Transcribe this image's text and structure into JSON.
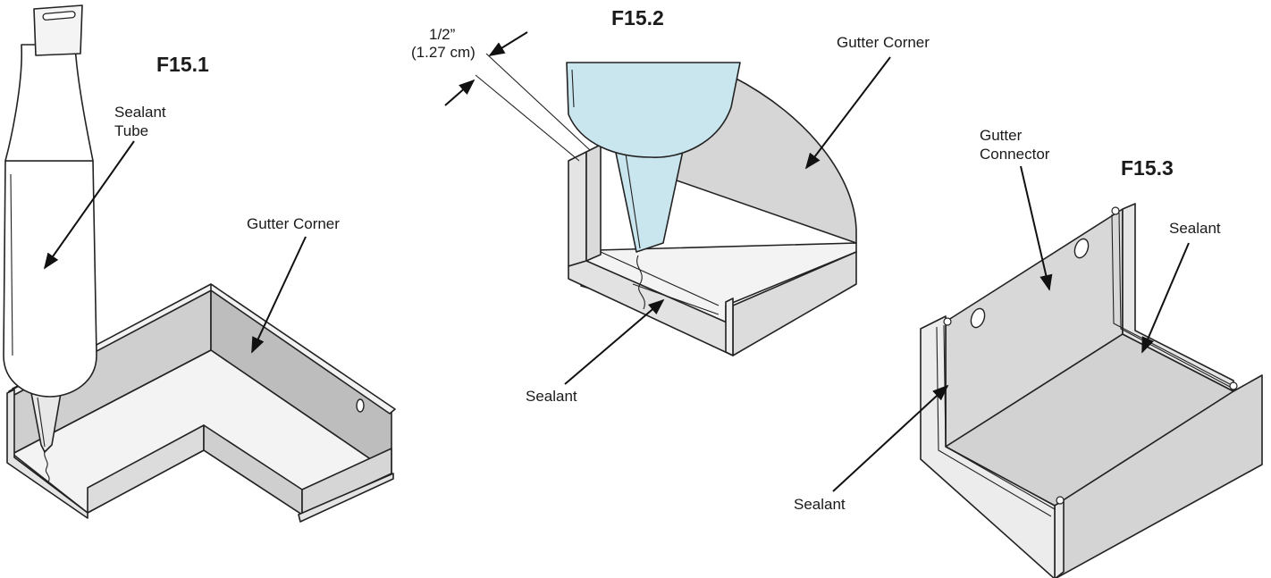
{
  "figures": [
    {
      "id": "F15.1",
      "title": "F15.1",
      "labels": {
        "tube": [
          "Sealant",
          "Tube"
        ],
        "corner": "Gutter Corner"
      }
    },
    {
      "id": "F15.2",
      "title": "F15.2",
      "labels": {
        "dimension": [
          "1/2”",
          "(1.27 cm)"
        ],
        "corner": "Gutter Corner",
        "sealant": "Sealant"
      }
    },
    {
      "id": "F15.3",
      "title": "F15.3",
      "labels": {
        "connector": [
          "Gutter",
          "Connector"
        ],
        "sealant_right": "Sealant",
        "sealant_left": "Sealant"
      }
    }
  ],
  "colors": {
    "line": "#222222",
    "gray_light": "#e6e6e6",
    "gray_mid": "#d2d2d2",
    "gray_dark": "#bdbdbd",
    "tube_blue": "#c9e6ee"
  }
}
